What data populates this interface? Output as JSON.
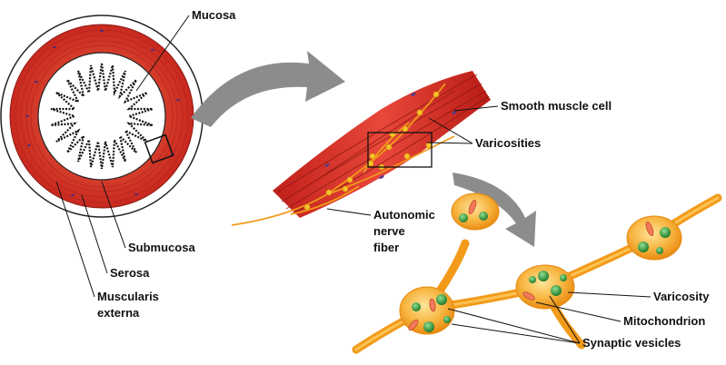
{
  "labels": {
    "mucosa": "Mucosa",
    "submucosa": "Submucosa",
    "serosa": "Serosa",
    "muscularis_line1": "Muscularis",
    "muscularis_line2": "externa",
    "smooth_muscle_cell": "Smooth muscle cell",
    "varicosities": "Varicosities",
    "autonomic_line1": "Autonomic",
    "autonomic_line2": "nerve",
    "autonomic_line3": "fiber",
    "varicosity": "Varicosity",
    "mitochondrion": "Mitochondrion",
    "synaptic_vesicles": "Synaptic vesicles"
  },
  "colors": {
    "muscle_red": "#d9352a",
    "muscle_dark": "#9e1d16",
    "nerve_orange": "#f29a1a",
    "nerve_light": "#ffd36b",
    "vesicle_green": "#2f9a3a",
    "arrow_gray": "#8c8c8c"
  }
}
